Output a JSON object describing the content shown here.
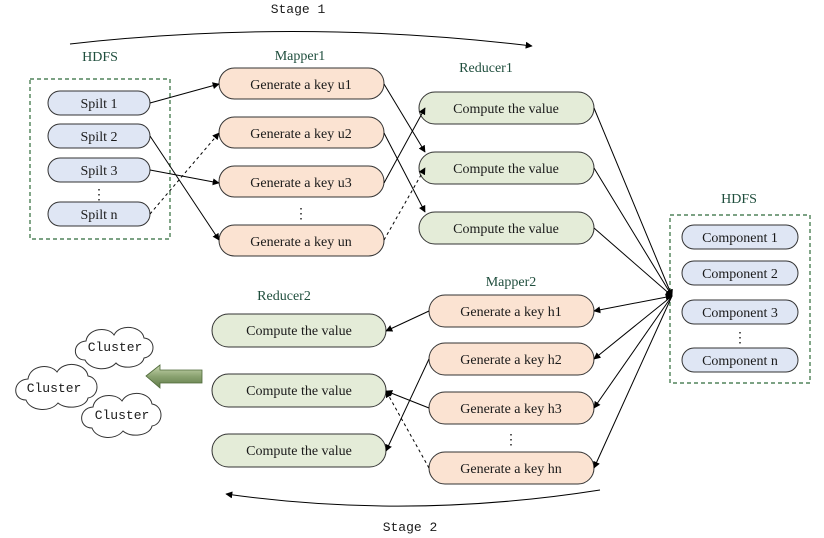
{
  "colors": {
    "split_fill": "#dfe6f4",
    "mapper_fill": "#fbe3d2",
    "reducer_fill": "#e4ecd8",
    "component_fill": "#dfe6f4",
    "box_border": "#2f6b3a",
    "heading": "#1f4e3d",
    "big_arrow": "#8aa270"
  },
  "stage1": {
    "label": "Stage 1"
  },
  "stage2": {
    "label": "Stage 2"
  },
  "hdfs_left": {
    "title": "HDFS",
    "items": [
      "Spilt 1",
      "Spilt 2",
      "Spilt 3",
      "Spilt n"
    ],
    "ellipsis": "⋮"
  },
  "mapper1": {
    "title": "Mapper1",
    "items": [
      "Generate a key u1",
      "Generate a key u2",
      "Generate a key u3",
      "Generate a key un"
    ],
    "ellipsis": "⋮"
  },
  "reducer1": {
    "title": "Reducer1",
    "items": [
      "Compute the value",
      "Compute the value",
      "Compute the value"
    ]
  },
  "hdfs_right": {
    "title": "HDFS",
    "items": [
      "Component 1",
      "Component 2",
      "Component 3",
      "Component n"
    ],
    "ellipsis": "⋮"
  },
  "mapper2": {
    "title": "Mapper2",
    "items": [
      "Generate a key h1",
      "Generate a key h2",
      "Generate a key h3",
      "Generate a key hn"
    ],
    "ellipsis": "⋮"
  },
  "reducer2": {
    "title": "Reducer2",
    "items": [
      "Compute the value",
      "Compute the value",
      "Compute the value"
    ]
  },
  "clusters": [
    "Cluster",
    "Cluster",
    "Cluster"
  ]
}
